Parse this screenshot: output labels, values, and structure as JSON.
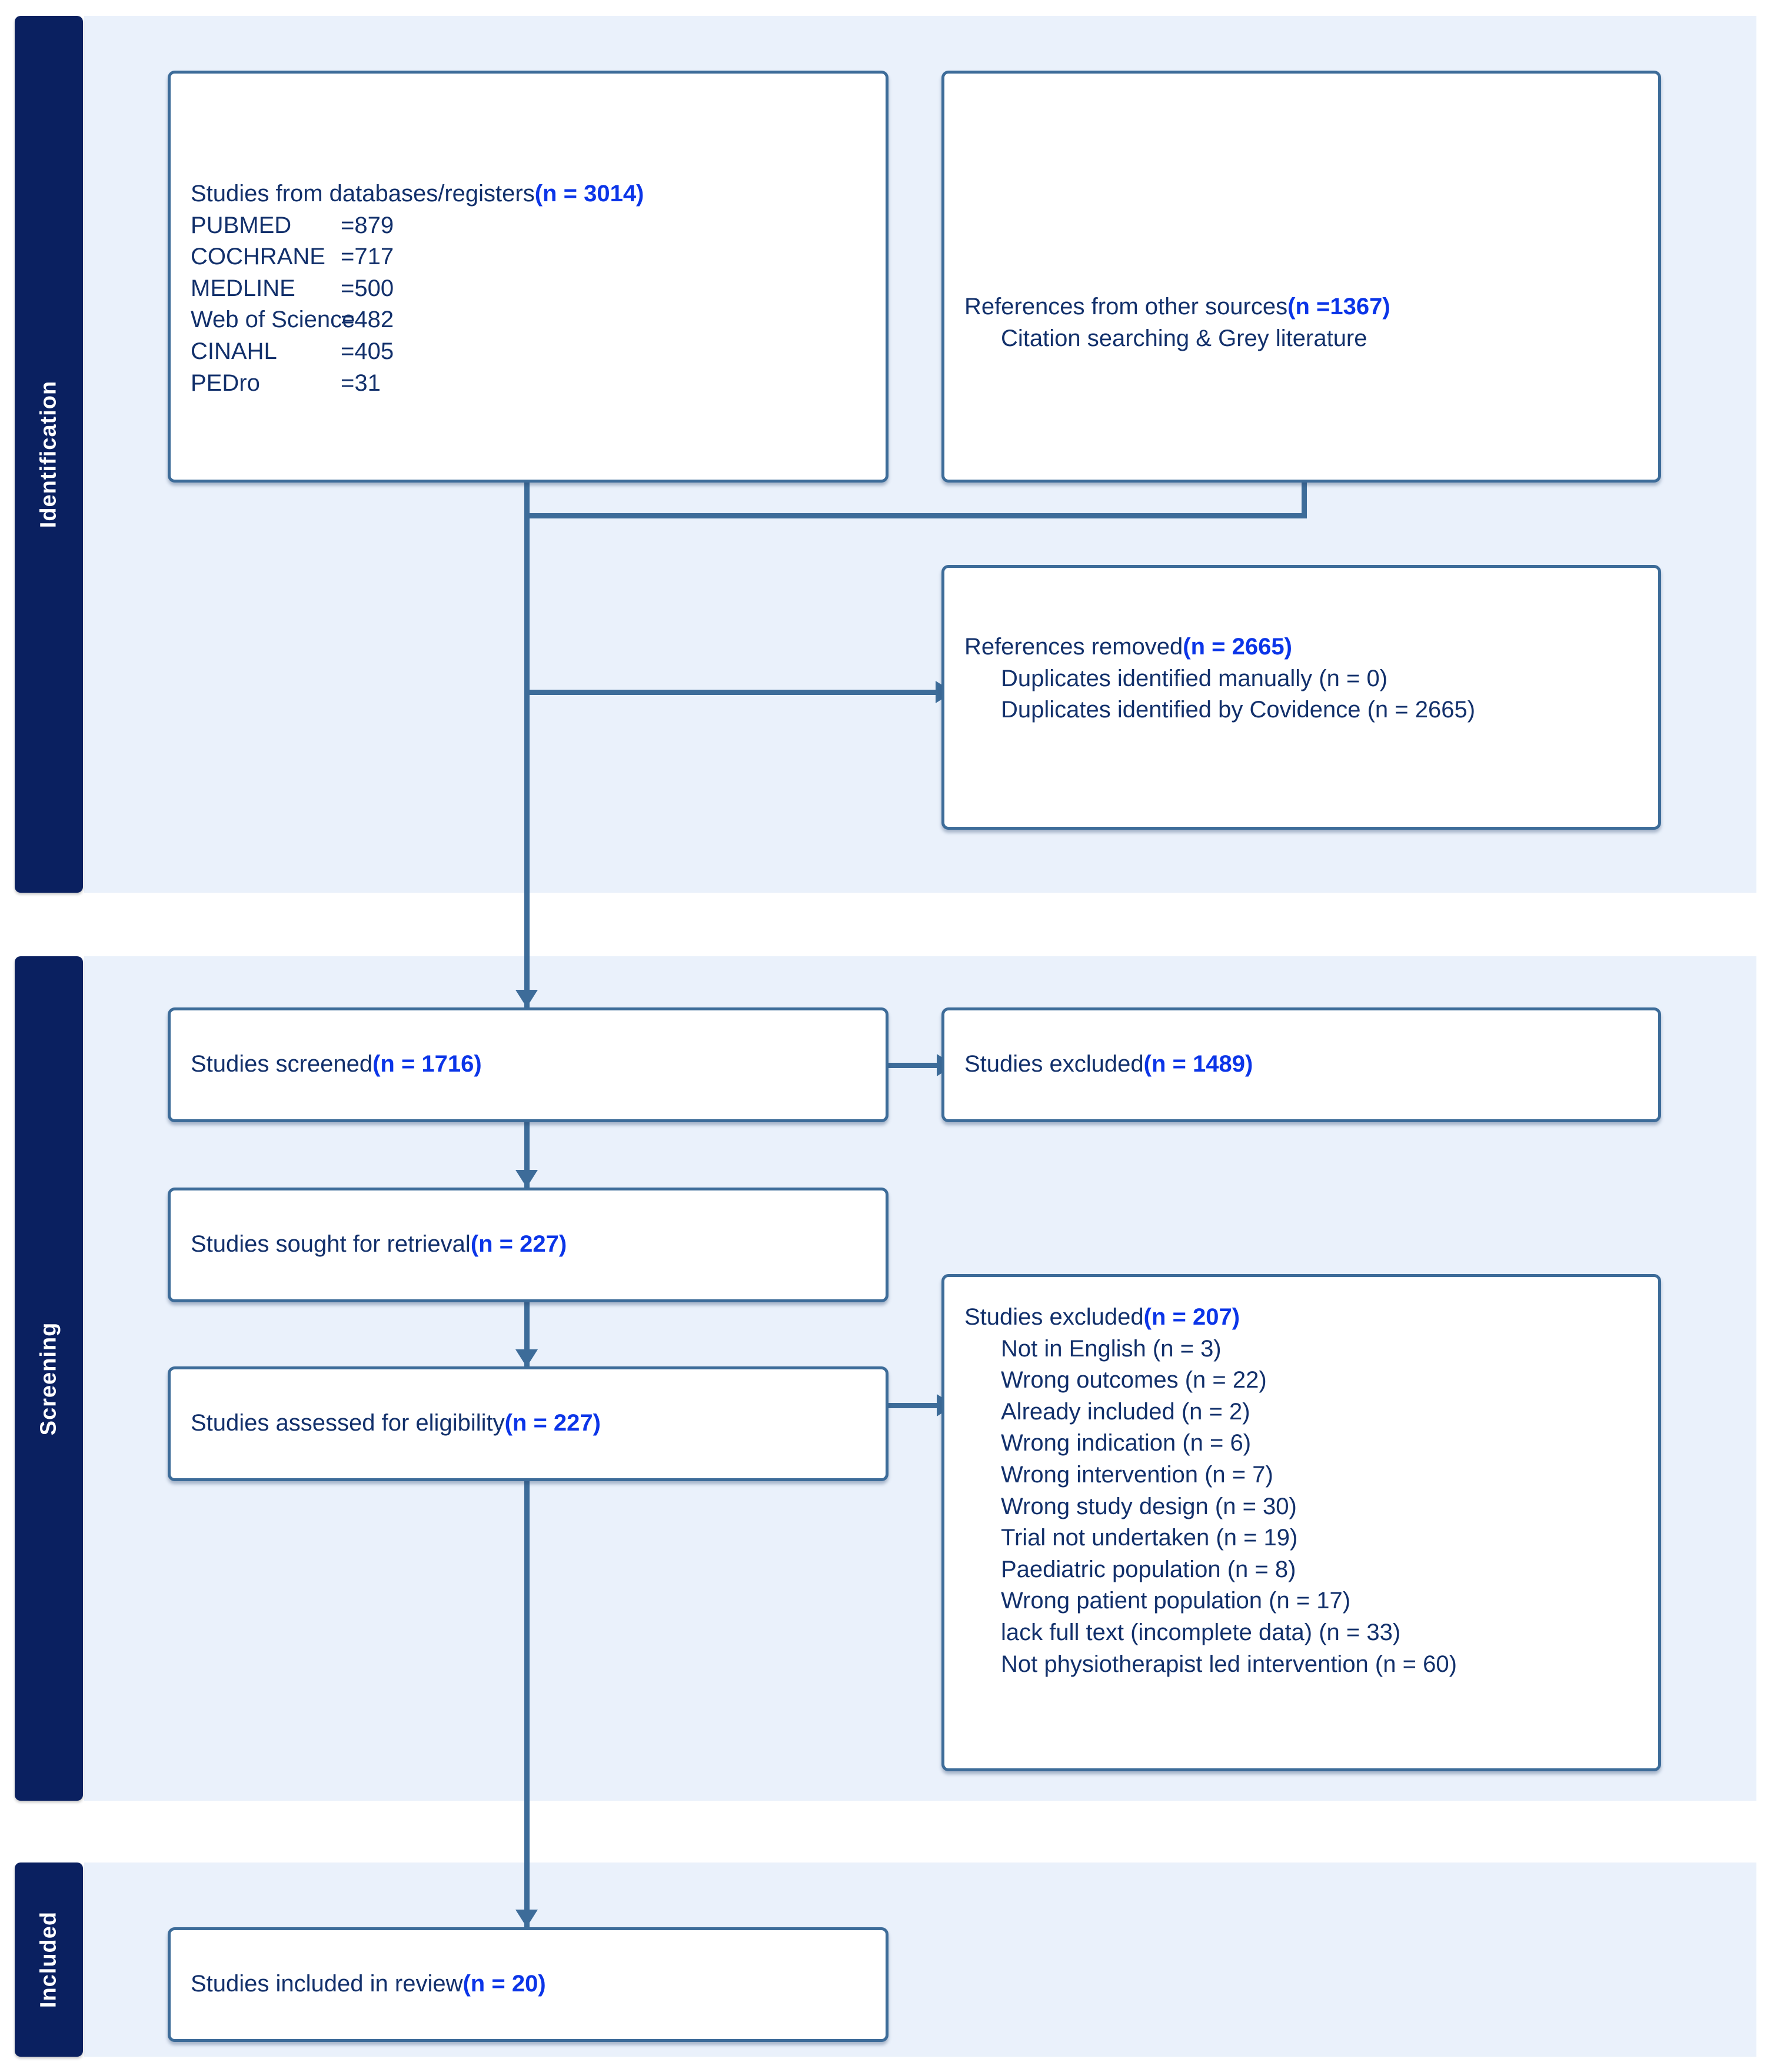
{
  "diagram": {
    "type": "PRISMA flow diagram",
    "stages": [
      {
        "id": "identification",
        "label": "Identification"
      },
      {
        "id": "screening",
        "label": "Screening"
      },
      {
        "id": "included",
        "label": "Included"
      }
    ]
  },
  "boxes": {
    "databases": {
      "title_text": "Studies from databases/registers ",
      "title_count": "(n = 3014)",
      "rows": [
        {
          "name": "PUBMED",
          "value": "=879"
        },
        {
          "name": "COCHRANE",
          "value": "=717"
        },
        {
          "name": "MEDLINE",
          "value": "=500"
        },
        {
          "name": "Web of Science",
          "value": "=482"
        },
        {
          "name": "CINAHL",
          "value": "=405"
        },
        {
          "name": "PEDro",
          "value": "=31"
        }
      ]
    },
    "other_sources": {
      "title_text": "References from other sources ",
      "title_count": "(n =1367)",
      "sub": "Citation searching & Grey literature"
    },
    "references_removed": {
      "title_text": "References removed ",
      "title_count": "(n = 2665)",
      "sub_lines": [
        "Duplicates identified manually (n = 0)",
        "Duplicates identified by Covidence (n = 2665)"
      ]
    },
    "screened": {
      "title_text": "Studies screened ",
      "title_count": "(n = 1716)"
    },
    "excluded_screening": {
      "title_text": "Studies excluded ",
      "title_count": "(n = 1489)"
    },
    "sought": {
      "title_text": "Studies sought for retrieval ",
      "title_count": "(n = 227)"
    },
    "assessed": {
      "title_text": "Studies assessed for eligibility ",
      "title_count": "(n = 227)"
    },
    "excluded_eligibility": {
      "title_text": "Studies excluded ",
      "title_count": "(n = 207)",
      "reasons": [
        "Not in English (n = 3)",
        "Wrong outcomes (n = 22)",
        "Already included (n = 2)",
        "Wrong indication (n = 6)",
        "Wrong intervention (n = 7)",
        "Wrong study design (n = 30)",
        "Trial not undertaken (n = 19)",
        "Paediatric population (n = 8)",
        "Wrong patient population (n = 17)",
        "lack full text (incomplete data) (n = 33)",
        "Not physiotherapist led intervention (n = 60)"
      ]
    },
    "included_review": {
      "title_text": "Studies included in review ",
      "title_count": "(n = 20)"
    }
  },
  "colors": {
    "stage_tab": "#0a2060",
    "band": "#eaf1fb",
    "box_border": "#3d6c99",
    "text": "#12306b",
    "accent": "#0b35e8"
  }
}
